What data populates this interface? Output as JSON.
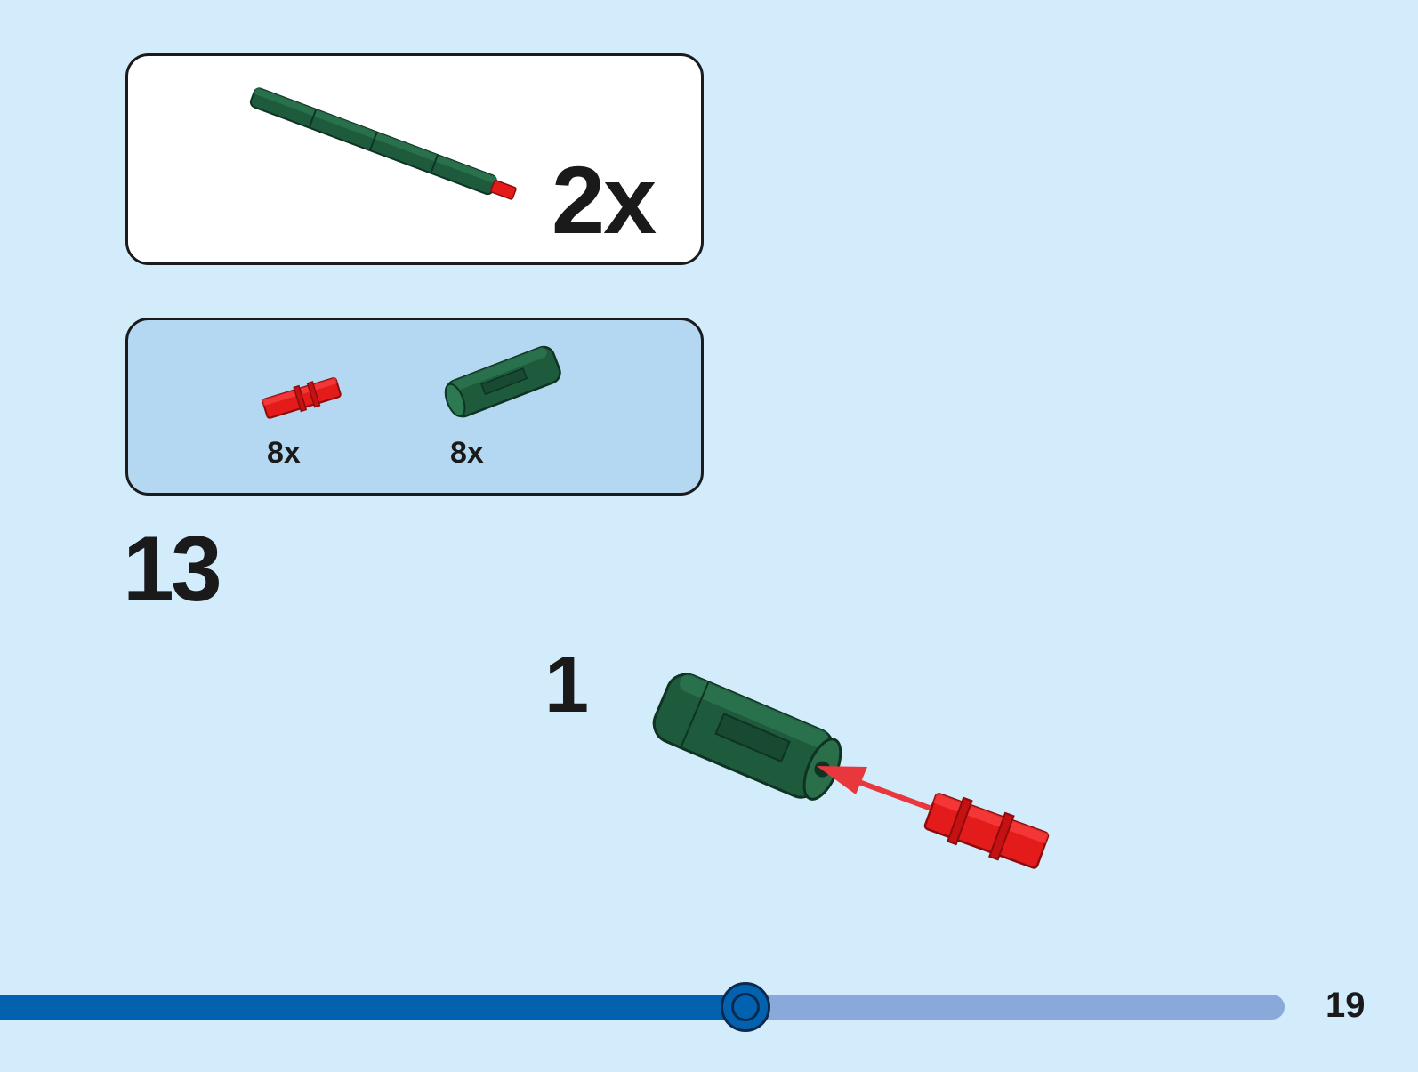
{
  "result_panel": {
    "multiplier": "2x"
  },
  "parts_panel": {
    "items": [
      {
        "count": "8x",
        "part": "red-axle-pin"
      },
      {
        "count": "8x",
        "part": "green-axle-connector"
      }
    ]
  },
  "step": {
    "number": "13",
    "substep": "1"
  },
  "page": {
    "number": "19"
  },
  "progress": {
    "fraction": 0.58
  },
  "colors": {
    "background": "#d3ecfb",
    "parts_panel": "#b4d8f1",
    "green_part": "#1e5a3c",
    "red_part": "#e31b1b",
    "progress_fill": "#0362b0",
    "progress_track": "#89a9da"
  }
}
